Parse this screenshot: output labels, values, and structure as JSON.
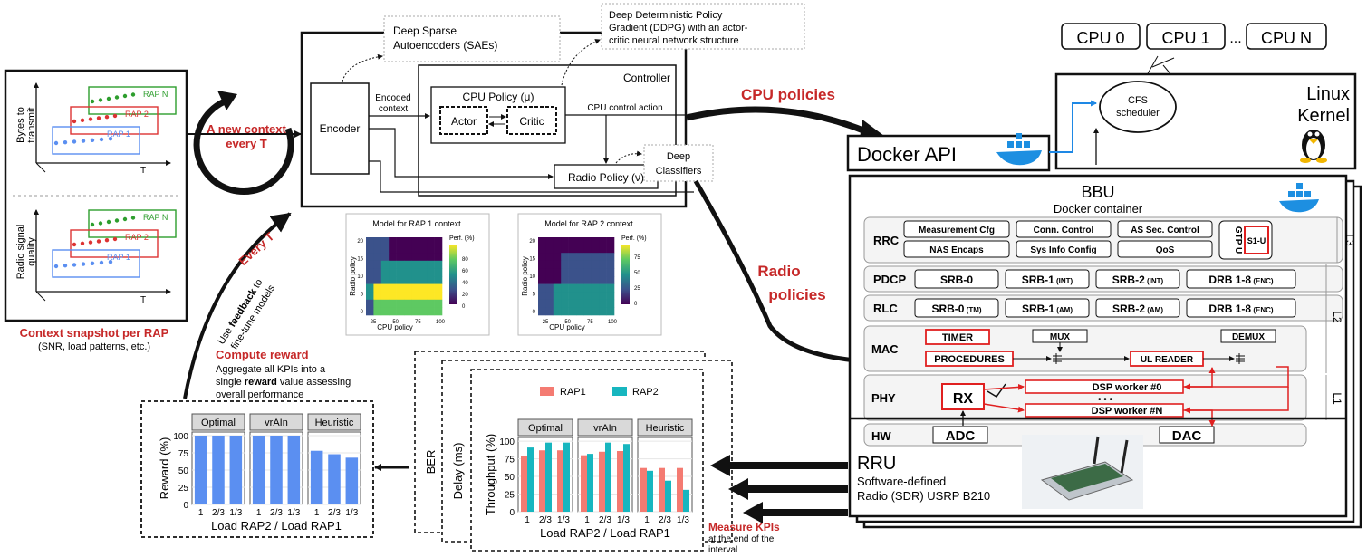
{
  "context": {
    "caption": "Context snapshot per RAP",
    "subcaption": "(SNR, load patterns, etc.)",
    "top_ylabel": [
      "Bytes to",
      "transmit"
    ],
    "bottom_ylabel": [
      "Radio signal",
      "quality"
    ],
    "xlabel": "T",
    "rap_n": "RAP N",
    "rap_2": "RAP 2",
    "rap_1": "RAP 1"
  },
  "loop": {
    "label": [
      "A new context",
      "every T"
    ],
    "every_t": "Every T",
    "feedback": [
      "Use feedback to",
      "fine-tune models"
    ]
  },
  "controller": {
    "encoder": "Encoder",
    "encoded_context": [
      "Encoded",
      "context"
    ],
    "title": "Controller",
    "cpu_policy": "CPU Policy (μ)",
    "actor": "Actor",
    "critic": "Critic",
    "cpu_action": "CPU control action",
    "radio_policy": "Radio Policy (ν)",
    "sae_note": [
      "Deep Sparse",
      "Autoencoders (SAEs)"
    ],
    "ddpg_note": [
      "Deep Deterministic Policy",
      "Gradient (DDPG) with an actor-",
      "critic neural network structure"
    ],
    "classifier_note": [
      "Deep",
      "Classifiers"
    ]
  },
  "heatmaps": [
    {
      "title": "Model for RAP 1 context",
      "xlabel": "CPU policy",
      "ylabel": "Radio policy",
      "legend_title": "Perf. (%)",
      "legend_ticks": [
        "80",
        "60",
        "40",
        "20",
        "0"
      ],
      "x_ticks": [
        "25",
        "50",
        "75",
        "100"
      ],
      "y_ticks": [
        "20",
        "15",
        "10",
        "5",
        "0"
      ]
    },
    {
      "title": "Model for RAP 2 context",
      "xlabel": "CPU policy",
      "ylabel": "Radio policy",
      "legend_title": "Perf. (%)",
      "legend_ticks": [
        "75",
        "50",
        "25",
        "0"
      ],
      "x_ticks": [
        "25",
        "50",
        "75",
        "100"
      ],
      "y_ticks": [
        "20",
        "15",
        "10",
        "5",
        "0"
      ]
    }
  ],
  "arrows": {
    "cpu_policies": "CPU policies",
    "radio_policies": [
      "Radio",
      "policies"
    ],
    "measure_kpis": "Measure KPIs",
    "measure_kpis_sub": [
      "at the end of the",
      "interval"
    ]
  },
  "reward": {
    "title": "Compute reward",
    "desc_pre": "Aggregate all KPIs into a single ",
    "desc_bold": "reward",
    "desc_post": " value assessing overall performance",
    "desc_lines": [
      "Aggregate all KPIs into a",
      "single ",
      "reward",
      " value assessing",
      "overall performance"
    ]
  },
  "chart_data": [
    {
      "type": "bar",
      "ylabel": "Reward (%)",
      "xlabel": "Load RAP2 / Load RAP1",
      "ylim": [
        0,
        100
      ],
      "y_ticks": [
        "100",
        "75",
        "50",
        "25",
        "0"
      ],
      "facets": [
        "Optimal",
        "vrAIn",
        "Heuristic"
      ],
      "categories": [
        "1",
        "2/3",
        "1/3"
      ],
      "series": [
        {
          "color": "#5b8ff1",
          "values": [
            [
              100,
              100,
              100
            ],
            [
              100,
              100,
              100
            ],
            [
              78,
              73,
              68
            ]
          ]
        }
      ]
    },
    {
      "type": "bar",
      "ylabel": "Throughput (%)",
      "xlabel": "Load RAP2 / Load RAP1",
      "ylim": [
        0,
        100
      ],
      "y_ticks": [
        "100",
        "75",
        "50",
        "25",
        "0"
      ],
      "facets": [
        "Optimal",
        "vrAIn",
        "Heuristic"
      ],
      "categories": [
        "1",
        "2/3",
        "1/3"
      ],
      "series": [
        {
          "name": "RAP1",
          "color": "#f47b72",
          "values": [
            [
              79,
              87,
              87
            ],
            [
              80,
              85,
              86
            ],
            [
              62,
              62,
              62
            ]
          ]
        },
        {
          "name": "RAP2",
          "color": "#17b6bf",
          "values": [
            [
              91,
              98,
              98
            ],
            [
              82,
              98,
              96
            ],
            [
              58,
              44,
              31
            ]
          ]
        }
      ],
      "stack_labels": [
        "BER",
        "Delay (ms)"
      ]
    }
  ],
  "infra": {
    "cpus": [
      "CPU 0",
      "CPU 1",
      "CPU N"
    ],
    "dots": "...",
    "cfs": [
      "CFS",
      "scheduler"
    ],
    "linux": [
      "Linux",
      "Kernel"
    ],
    "docker_api": "Docker API",
    "bbu": "BBU",
    "bbu_sub": "Docker container",
    "rrc": "RRC",
    "rrc_items": [
      "Measurement Cfg",
      "Conn. Control",
      "AS Sec. Control",
      "NAS Encaps",
      "Sys Info Config",
      "QoS"
    ],
    "gtpu": "GTP U",
    "s1u": "S1-U",
    "pdcp": "PDCP",
    "pdcp_items": [
      "SRB-0",
      "SRB-1",
      "SRB-2",
      "DRB 1-8"
    ],
    "pdcp_subs": [
      "",
      "(INT)",
      "(INT)",
      "(ENC)"
    ],
    "rlc": "RLC",
    "rlc_items": [
      "SRB-0",
      "SRB-1",
      "SRB-2",
      "DRB 1-8"
    ],
    "rlc_subs": [
      "(TM)",
      "(AM)",
      "(AM)",
      "(ENC)"
    ],
    "mac": "MAC",
    "timer": "TIMER",
    "procedures": "PROCEDURES",
    "mux": "MUX",
    "ul_reader": "UL READER",
    "demux": "DEMUX",
    "phy": "PHY",
    "rx": "RX",
    "dsp0": "DSP worker #0",
    "dspn": "DSP worker #N",
    "dsp_dots": "• • •",
    "hw": "HW",
    "adc": "ADC",
    "dac": "DAC",
    "l3": "L3",
    "l2": "L2",
    "l1": "L1",
    "rru": "RRU",
    "rru_desc": [
      "Software-defined",
      "Radio (SDR) USRP B210"
    ]
  }
}
